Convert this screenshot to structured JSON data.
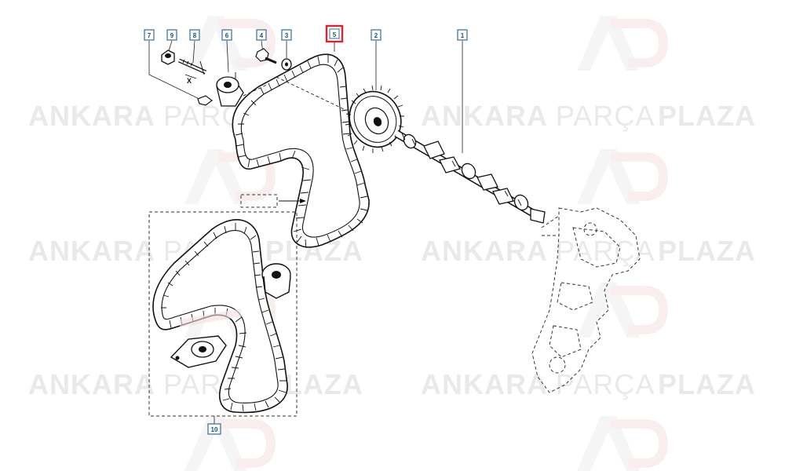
{
  "watermark": {
    "brand_bold_1": "ANKARA",
    "brand_light": "PARÇA",
    "brand_bold_2": "PLAZA"
  },
  "callouts": [
    {
      "id": "7",
      "label": "7"
    },
    {
      "id": "9",
      "label": "9"
    },
    {
      "id": "8",
      "label": "8"
    },
    {
      "id": "6",
      "label": "6"
    },
    {
      "id": "4",
      "label": "4"
    },
    {
      "id": "3",
      "label": "3"
    },
    {
      "id": "5",
      "label": "5",
      "selected": true
    },
    {
      "id": "2",
      "label": "2"
    },
    {
      "id": "1",
      "label": "1"
    },
    {
      "id": "10",
      "label": "10"
    }
  ],
  "annotations": {
    "x_mark": "X"
  },
  "colors": {
    "callout_border": "#2a6fa8",
    "selected_border": "#d6252b",
    "watermark": "#e9e9e9"
  }
}
